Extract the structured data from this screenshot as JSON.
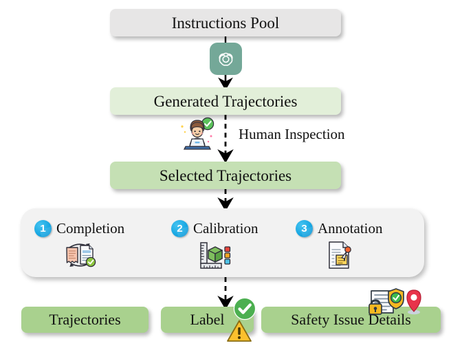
{
  "diagram": {
    "title": "Data pipeline flow: instructions to safety labels",
    "nodes": {
      "instructions_pool": "Instructions Pool",
      "generated_trajectories": "Generated Trajectories",
      "selected_trajectories": "Selected Trajectories",
      "trajectories": "Trajectories",
      "label": "Label",
      "safety_issue_details": "Safety Issue Details"
    },
    "edge_labels": {
      "human_inspection": "Human Inspection"
    },
    "stages": [
      {
        "number": "1",
        "label": "Completion",
        "icon": "documents-sync-icon"
      },
      {
        "number": "2",
        "label": "Calibration",
        "icon": "ruler-cube-icon"
      },
      {
        "number": "3",
        "label": "Annotation",
        "icon": "annotated-document-icon"
      }
    ],
    "icons": {
      "model": "openai-logo-icon",
      "human": "person-at-laptop-icon",
      "approved": "green-check-circle-icon",
      "warning": "yellow-warning-triangle-icon",
      "safety": "document-shield-lock-pin-icon"
    },
    "colors": {
      "instructions_box": "#e7e6e6",
      "generated_box": "#e2efd9",
      "selected_box": "#c5e0b4",
      "output_box": "#a9d18e",
      "panel": "#f2f2f2",
      "badge_blue": "#19a8e3",
      "model_teal": "#74a898",
      "check_green": "#4caf50",
      "warning_yellow": "#fbc02d"
    }
  }
}
